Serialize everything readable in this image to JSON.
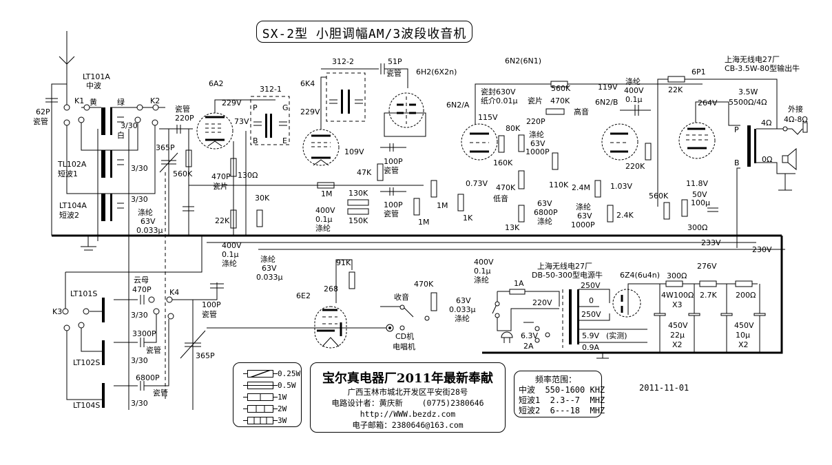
{
  "title": "SX-2型 小胆调幅AM/3波段收音机",
  "tubes": {
    "v1": "6A2",
    "v2": "6K4",
    "v3": "6H2(6X2n)",
    "v4a": "6N2/A",
    "v4b": "6N2/B",
    "v4_header": "6N2(6N1)",
    "v5": "6P1",
    "v6": "6E2",
    "rect": "6Z4(6u4n)"
  },
  "ifts": {
    "if1": "312-1",
    "if2": "312-2"
  },
  "coils": {
    "lt101a": "LT101A",
    "lt101a_band": "中波",
    "tl102a": "TL102A",
    "tl102a_band": "短波1",
    "lt104a": "LT104A",
    "lt104a_band": "短波2",
    "lt101s": "LT101S",
    "lt102s": "LT102S",
    "lt104s": "LT104S",
    "yellow": "黄",
    "green": "绿",
    "white": "白",
    "trimmer": "3/30"
  },
  "switches": {
    "k1": "K1",
    "k2": "K2",
    "k3": "K3",
    "k4": "K4",
    "radio": "收音",
    "cd": "CD机",
    "phono": "电唱机"
  },
  "labels": {
    "c62p": "62P",
    "ceramic_tube": "瓷管",
    "c220p": "220P",
    "c365p": "365P",
    "r560k": "560K",
    "c470p": "470P",
    "ceramic_chip": "瓷片",
    "r130": "130Ω",
    "r30k": "30K",
    "r22k": "22K",
    "v229a": "229V",
    "v73": "73V",
    "v229b": "229V",
    "v109": "109V",
    "pin_p": "P",
    "pin_g": "G",
    "pin_b": "B",
    "pin_e": "E",
    "r1m": "1M",
    "r130k": "130K",
    "r150k": "150K",
    "r47k": "47K",
    "c400v": "400V",
    "c01u": "0.1μ",
    "polyester": "涤纶",
    "c63v": "63V",
    "c0033": "0.033μ",
    "c51p": "51P",
    "c100p": "100P",
    "v115": "115V",
    "v073": "0.73V",
    "r1k": "1K",
    "r160k": "160K",
    "c630v": "瓷封630V",
    "paper": "纸介0.01μ",
    "r80k": "80K",
    "r470k": "470K",
    "bass": "低音",
    "r13k": "13K",
    "c1000p": "1000P",
    "c6800p": "6800P",
    "treble": "高音",
    "r110k": "110K",
    "r24m": "2.4M",
    "v119": "119V",
    "r220k": "220K",
    "v103": "1.03V",
    "r24k": "2.4K",
    "r560k_b": "560K",
    "r22k_b": "22K",
    "v264": "264V",
    "v118": "11.8V",
    "c50v": "50V",
    "c100u": "100μ",
    "r300": "300Ω",
    "ot_maker": "上海无线电27厂",
    "ot_model": "CB-3.5W-80型输出牛",
    "ot_power": "3.5W",
    "ot_imp": "5500Ω/4Ω",
    "ext": "外接",
    "ext_imp": "4Ω-8Ω",
    "o4": "4Ω",
    "o0": "0Ω",
    "v233": "233V",
    "v230": "230V",
    "v276": "276V",
    "mica": "云母",
    "c3300p": "3300P",
    "r91k": "91K",
    "pins268": "268",
    "pt_maker": "上海无线电27厂",
    "pt_model": "DB-50-300型电源牛",
    "fuse": "1A",
    "v220": "220V",
    "v250": "250V",
    "v0": "0",
    "v63": "6.3V",
    "a2": "2A",
    "v59": "5.9V",
    "measured": "(实测)",
    "a09": "0.9A",
    "r4w100": "4W100Ω",
    "x3": "X3",
    "r27k": "2.7K",
    "r200": "200Ω",
    "c450v": "450V",
    "c22u": "22μ",
    "c10u": "10μ",
    "x2": "X2"
  },
  "legend": [
    {
      "label": "0.25W"
    },
    {
      "label": "0.5W"
    },
    {
      "label": "1W"
    },
    {
      "label": "2W"
    },
    {
      "label": "3W"
    }
  ],
  "maker": {
    "title": "宝尔真电器厂2011年最新奉献",
    "address": "广西玉林市城北开发区平安街28号",
    "designer": "电路设计者：黄庆新    (0775)2380646",
    "url": "http://WWW.bezdz.com",
    "email": "电子邮箱：2380646@163.com"
  },
  "freq": {
    "title": "频率范围：",
    "rows": [
      "中波  550-1600 KHZ",
      "短波1  2.3--7  MHZ",
      "短波2  6---18  MHZ"
    ]
  },
  "date": "2011-11-01"
}
